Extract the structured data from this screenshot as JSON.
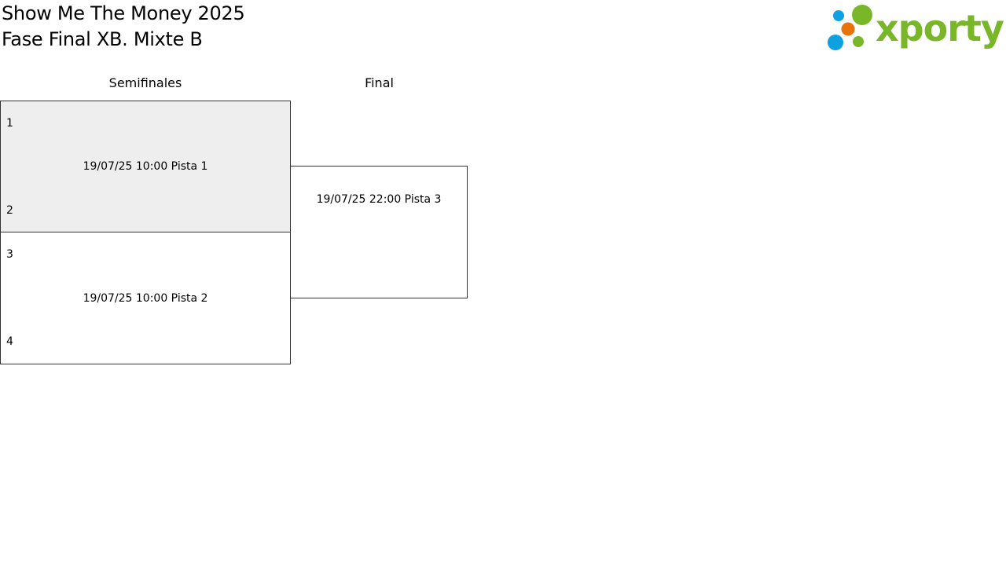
{
  "header": {
    "title": "Show Me The Money 2025",
    "subtitle": "Fase Final XB. Mixte B"
  },
  "logo": {
    "text": "xporty",
    "colors": {
      "green": "#7ab728",
      "blue": "#0ea0e0",
      "orange": "#e8720c"
    }
  },
  "rounds": [
    {
      "label": "Semifinales"
    },
    {
      "label": "Final"
    }
  ],
  "matches": {
    "semi1": {
      "seed_top": "1",
      "seed_bottom": "2",
      "info": "19/07/25 10:00 Pista 1",
      "shaded": true
    },
    "semi2": {
      "seed_top": "3",
      "seed_bottom": "4",
      "info": "19/07/25 10:00 Pista 2",
      "shaded": false
    },
    "final": {
      "info": "19/07/25 22:00 Pista 3",
      "shaded": false
    }
  }
}
